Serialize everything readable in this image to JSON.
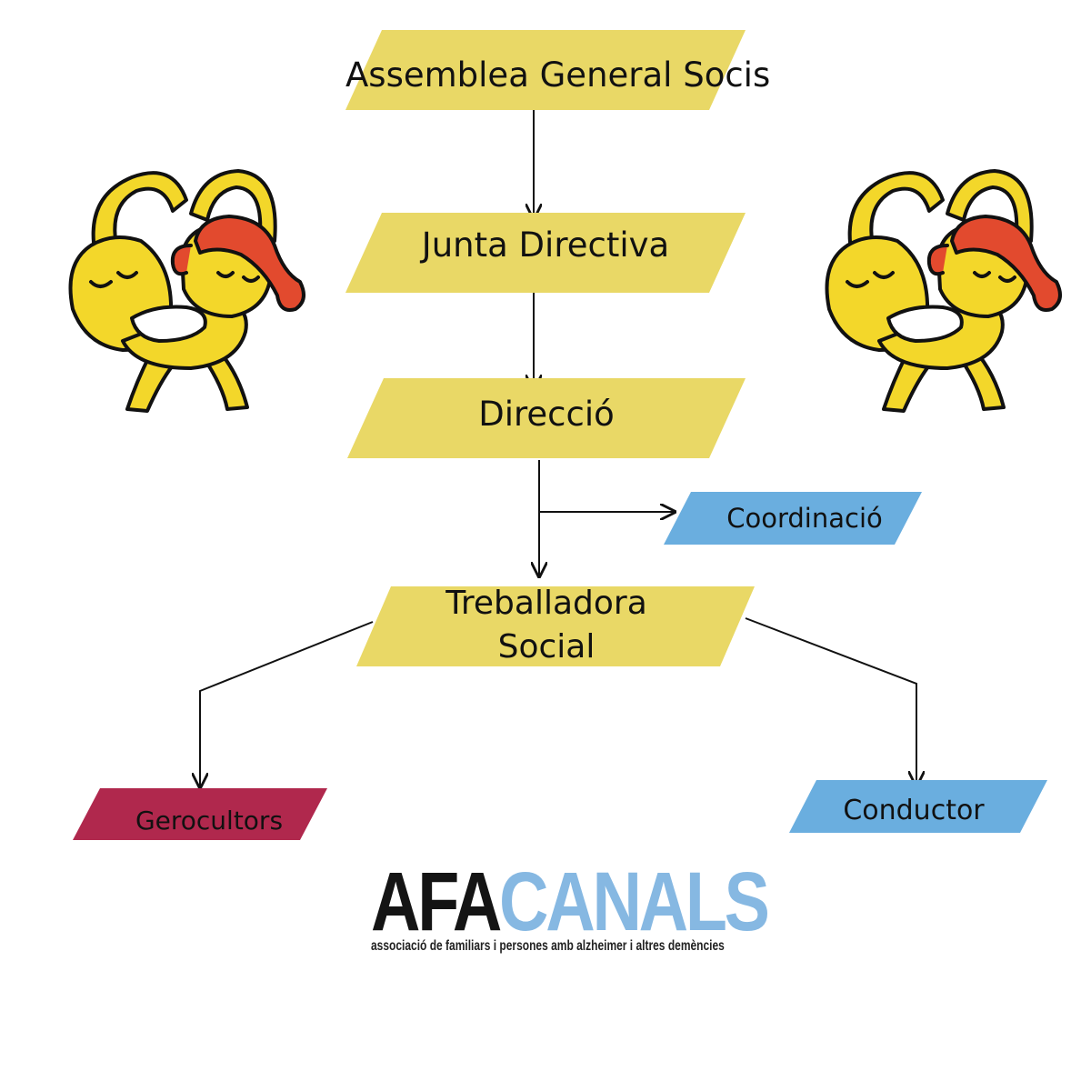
{
  "colors": {
    "yellow": "#e9d866",
    "blue": "#6aaedf",
    "crimson": "#b0284d",
    "line": "#111111",
    "mascot_yellow": "#f3d72a",
    "mascot_red": "#e24a2e"
  },
  "nodes": {
    "assemblea": "Assemblea General Socis",
    "junta": "Junta Directiva",
    "direccio": "Direcció",
    "coordinacio": "Coordinació",
    "treballadora": "Treballadora Social",
    "gerocultors": "Gerocultors",
    "conductor": "Conductor"
  },
  "edges": [
    {
      "from": "assemblea",
      "to": "junta"
    },
    {
      "from": "junta",
      "to": "direccio"
    },
    {
      "from": "direccio",
      "to": "coordinacio"
    },
    {
      "from": "direccio",
      "to": "treballadora"
    },
    {
      "from": "treballadora",
      "to": "gerocultors"
    },
    {
      "from": "treballadora",
      "to": "conductor"
    }
  ],
  "logo": {
    "part1": "AFA",
    "part2": "CANALS",
    "tagline": "associació de familiars i persones amb alzheimer i altres demències"
  },
  "icons": [
    "embracing-couple-icon",
    "embracing-couple-icon"
  ]
}
